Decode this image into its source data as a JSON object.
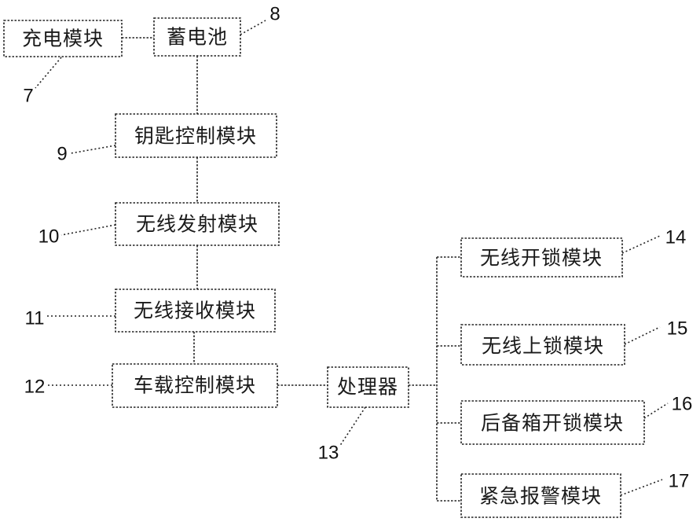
{
  "diagram": {
    "title": "",
    "modules": [
      {
        "id": "7",
        "label": "充电模块"
      },
      {
        "id": "8",
        "label": "蓄电池"
      },
      {
        "id": "9",
        "label": "钥匙控制模块"
      },
      {
        "id": "10",
        "label": "无线发射模块"
      },
      {
        "id": "11",
        "label": "无线接收模块"
      },
      {
        "id": "12",
        "label": "车载控制模块"
      },
      {
        "id": "13",
        "label": "处理器"
      },
      {
        "id": "14",
        "label": "无线开锁模块"
      },
      {
        "id": "15",
        "label": "无线上锁模块"
      },
      {
        "id": "16",
        "label": "后备箱开锁模块"
      },
      {
        "id": "17",
        "label": "紧急报警模块"
      }
    ],
    "reference_numbers": [
      "7",
      "8",
      "9",
      "10",
      "11",
      "12",
      "13",
      "14",
      "15",
      "16",
      "17"
    ],
    "connections": [
      {
        "from": "7",
        "to": "8"
      },
      {
        "from": "8",
        "to": "9"
      },
      {
        "from": "9",
        "to": "10"
      },
      {
        "from": "10",
        "to": "11"
      },
      {
        "from": "11",
        "to": "12"
      },
      {
        "from": "12",
        "to": "13"
      },
      {
        "from": "13",
        "to": "14"
      },
      {
        "from": "13",
        "to": "15"
      },
      {
        "from": "13",
        "to": "16"
      },
      {
        "from": "13",
        "to": "17"
      }
    ]
  }
}
